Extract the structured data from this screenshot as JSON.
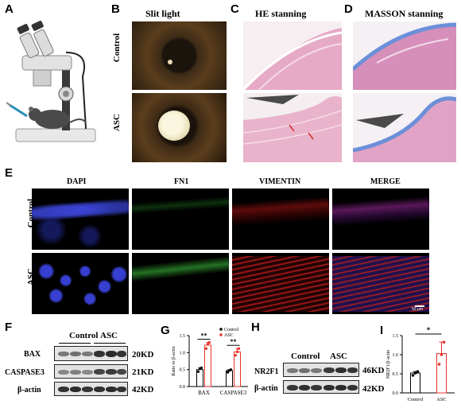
{
  "panels": {
    "A": {
      "label": "A"
    },
    "B": {
      "label": "B",
      "title": "Slit light",
      "rows": [
        "Control",
        "ASC"
      ]
    },
    "C": {
      "label": "C",
      "title": "HE stanning"
    },
    "D": {
      "label": "D",
      "title": "MASSON stanning"
    },
    "E": {
      "label": "E",
      "columns": [
        "DAPI",
        "FN1",
        "VIMENTIN",
        "MERGE"
      ],
      "rows": [
        "Control",
        "ASC"
      ],
      "scale_text": "50 μm"
    },
    "F": {
      "label": "F",
      "groups": [
        "Control",
        "ASC"
      ],
      "rows": [
        {
          "protein": "BAX",
          "kd": "20KD"
        },
        {
          "protein": "CASPASE3",
          "kd": "21KD"
        },
        {
          "protein": "β-actin",
          "kd": "42KD"
        }
      ]
    },
    "G": {
      "label": "G"
    },
    "H": {
      "label": "H",
      "groups": [
        "Control",
        "ASC"
      ],
      "rows": [
        {
          "protein": "NR2F1",
          "kd": "46KD"
        },
        {
          "protein": "β-actin",
          "kd": "42KD"
        }
      ]
    },
    "I": {
      "label": "I"
    }
  },
  "chart_data": [
    {
      "type": "bar",
      "panel": "G",
      "categories": [
        "BAX",
        "CASPASE3"
      ],
      "series": [
        {
          "name": "Control",
          "values": [
            0.5,
            0.47
          ],
          "points": [
            [
              0.44,
              0.53,
              0.55
            ],
            [
              0.42,
              0.47,
              0.5
            ]
          ],
          "color": "#000000"
        },
        {
          "name": "ASC",
          "values": [
            1.22,
            1.02
          ],
          "points": [
            [
              1.12,
              1.25,
              1.3
            ],
            [
              0.92,
              1.02,
              1.12
            ]
          ],
          "color": "#e8332a"
        }
      ],
      "ylabel": "Ratio to β-actin",
      "ylim": [
        0,
        1.5
      ],
      "yticks": [
        0.0,
        0.5,
        1.0,
        1.5
      ],
      "significance": [
        "**",
        "**"
      ],
      "legend": "top-right"
    },
    {
      "type": "bar",
      "panel": "I",
      "categories": [
        "Control",
        "ASC"
      ],
      "values": [
        0.52,
        1.03
      ],
      "points": [
        [
          0.46,
          0.52,
          0.56
        ],
        [
          0.75,
          1.0,
          1.33
        ]
      ],
      "colors": [
        "#000000",
        "#e8332a"
      ],
      "ylabel": "NR2F1/β-actin",
      "ylim": [
        0,
        1.5
      ],
      "yticks": [
        0.0,
        0.5,
        1.0,
        1.5
      ],
      "significance": [
        "*"
      ]
    }
  ]
}
